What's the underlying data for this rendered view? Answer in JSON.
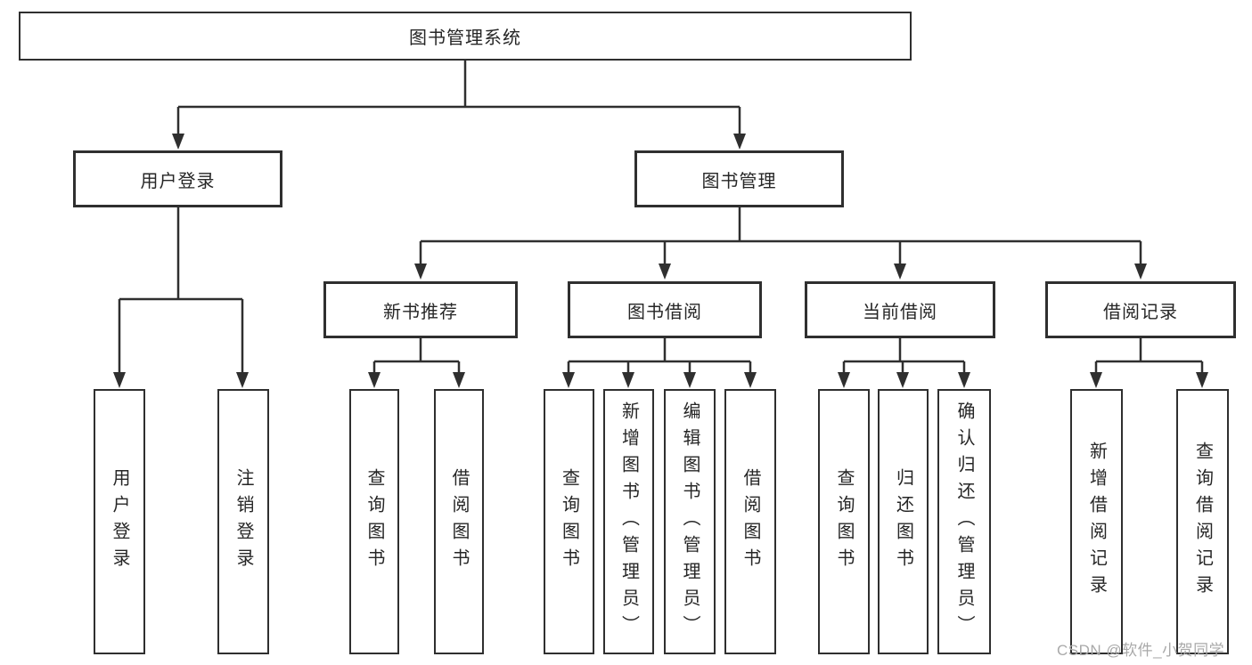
{
  "watermark": "CSDN @软件_小贺同学",
  "colors": {
    "line": "#2f2f2f",
    "text": "#262626",
    "watermark": "#a9a9a9",
    "background": "#ffffff"
  },
  "tree": {
    "label": "图书管理系统",
    "children": [
      {
        "label": "用户登录",
        "children": [
          {
            "label": "用户登录"
          },
          {
            "label": "注销登录"
          }
        ]
      },
      {
        "label": "图书管理",
        "children": [
          {
            "label": "新书推荐",
            "children": [
              {
                "label": "查询图书"
              },
              {
                "label": "借阅图书"
              }
            ]
          },
          {
            "label": "图书借阅",
            "children": [
              {
                "label": "查询图书"
              },
              {
                "label": "新增图书（管理员）"
              },
              {
                "label": "编辑图书（管理员）"
              },
              {
                "label": "借阅图书"
              }
            ]
          },
          {
            "label": "当前借阅",
            "children": [
              {
                "label": "查询图书"
              },
              {
                "label": "归还图书"
              },
              {
                "label": "确认归还（管理员）"
              }
            ]
          },
          {
            "label": "借阅记录",
            "children": [
              {
                "label": "新增借阅记录"
              },
              {
                "label": "查询借阅记录"
              }
            ]
          }
        ]
      }
    ]
  }
}
